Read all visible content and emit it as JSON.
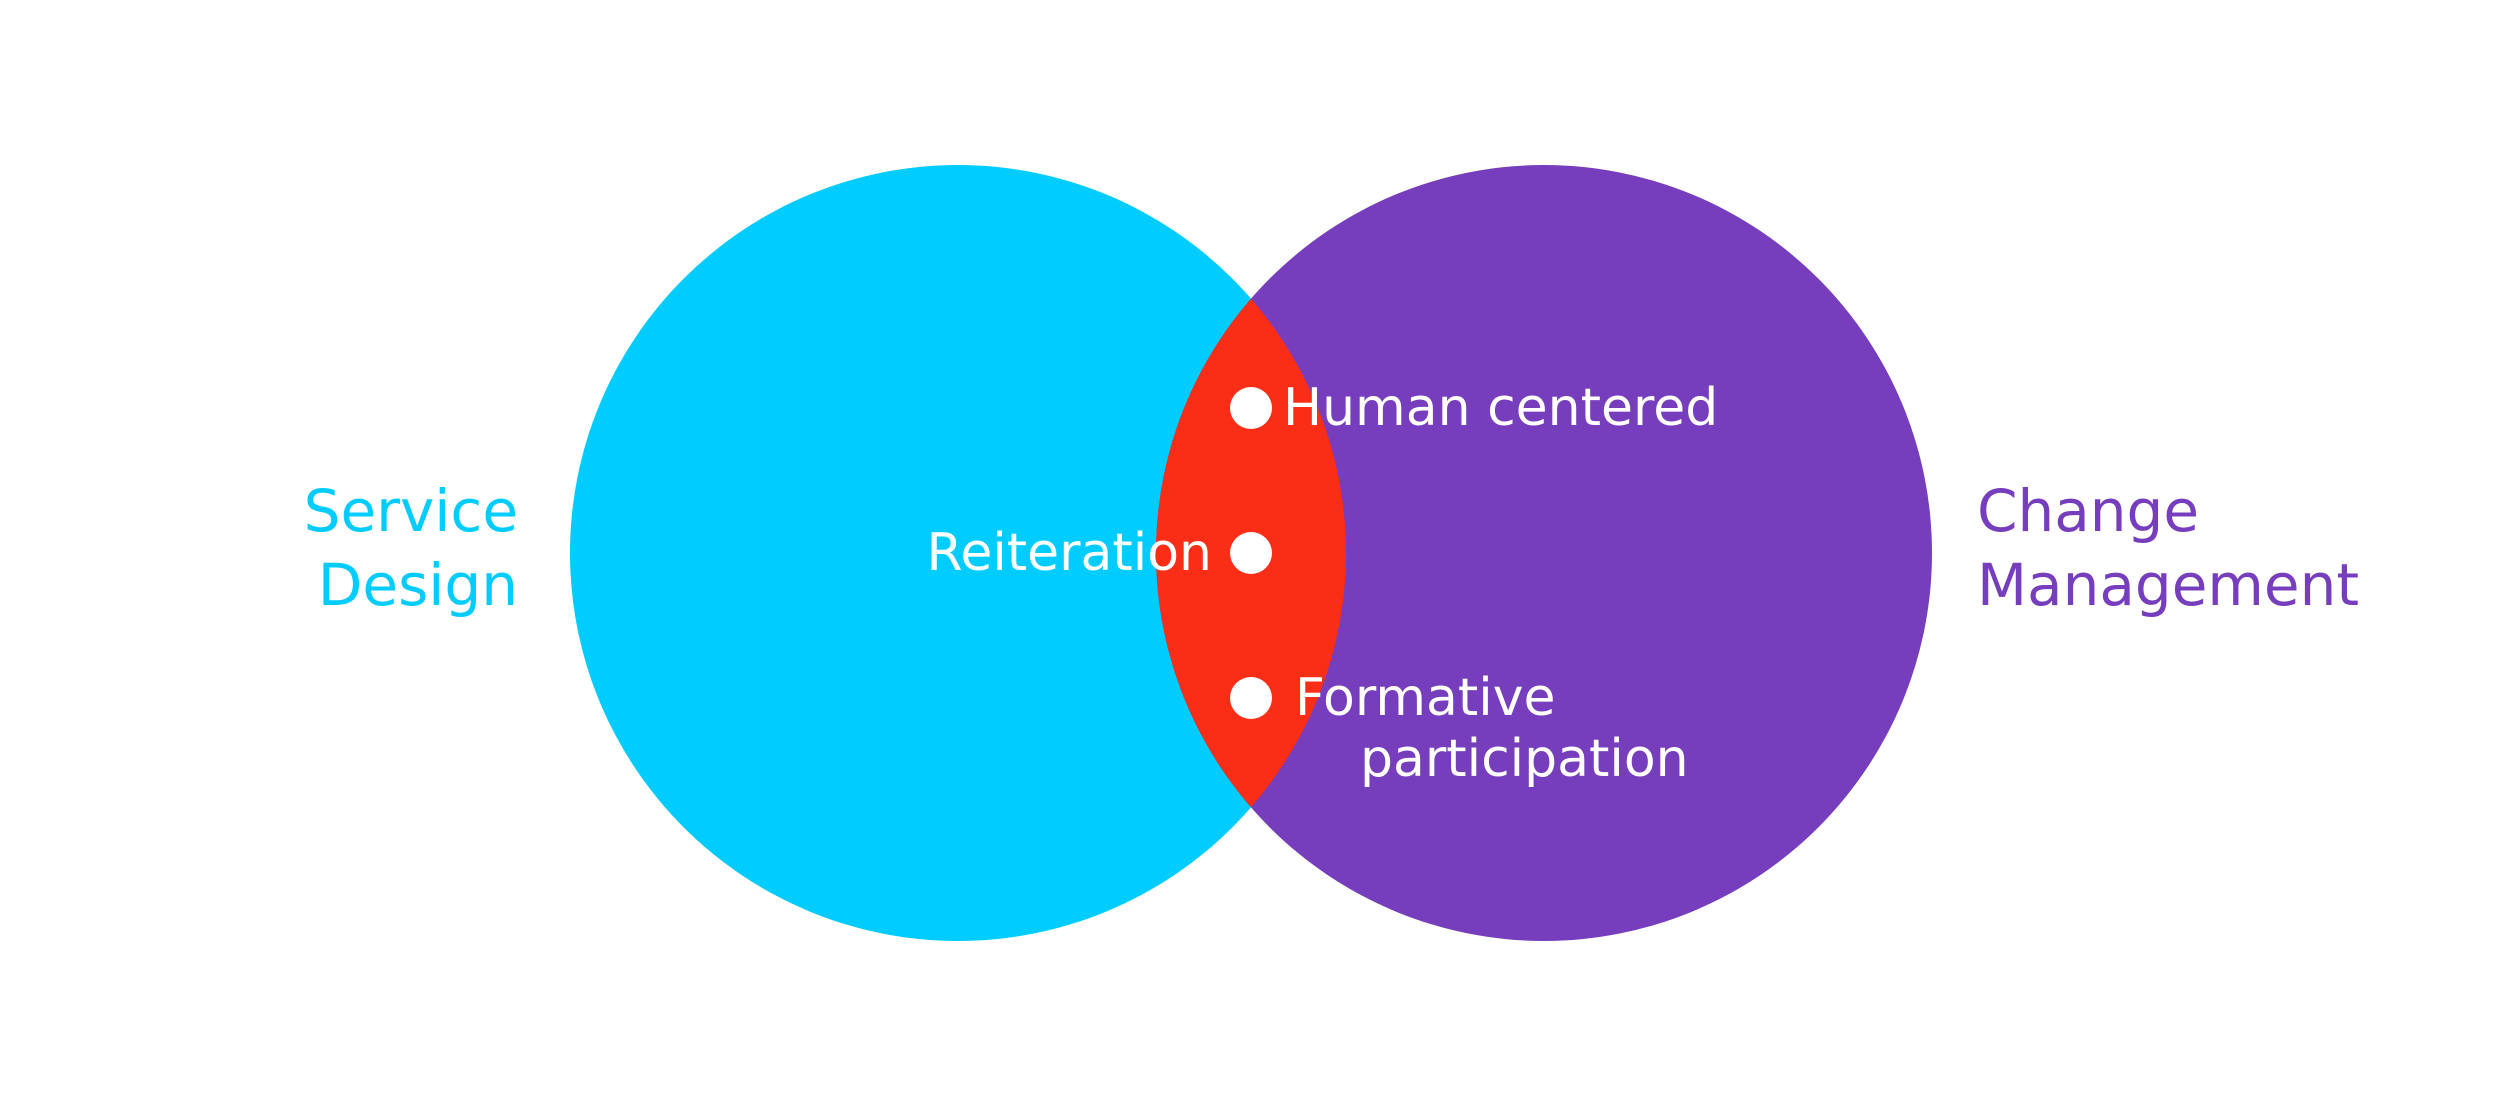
{
  "diagram": {
    "type": "venn",
    "sets": [
      {
        "id": "left",
        "label_lines": [
          "Service",
          "Design"
        ],
        "color": "#00CCFF"
      },
      {
        "id": "right",
        "label_lines": [
          "Change",
          "Management"
        ],
        "color": "#763DBC"
      }
    ],
    "intersection": {
      "color": "#FA2D16",
      "items": [
        {
          "label": "Human centered",
          "label_side": "right"
        },
        {
          "label": "Reiteration",
          "label_side": "left"
        },
        {
          "label_lines": [
            "Formative",
            "participation"
          ],
          "label_side": "right"
        }
      ]
    },
    "dot_color": "#FFFFFF"
  }
}
